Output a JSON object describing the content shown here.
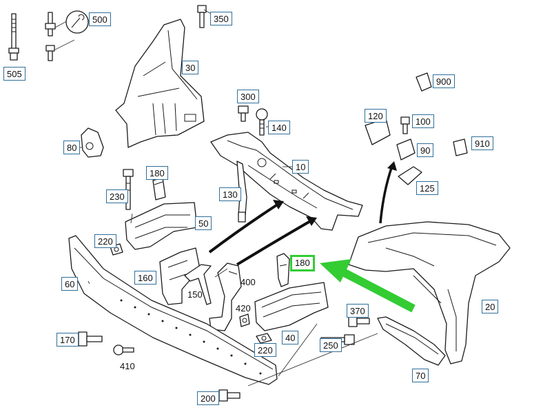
{
  "diagram": {
    "highlight_color": "#33cc33",
    "box_border_color": "#2f6f9a",
    "callouts": [
      {
        "id": "505",
        "label": "505"
      },
      {
        "id": "500",
        "label": "500"
      },
      {
        "id": "350",
        "label": "350"
      },
      {
        "id": "30",
        "label": "30"
      },
      {
        "id": "300",
        "label": "300"
      },
      {
        "id": "140",
        "label": "140"
      },
      {
        "id": "900",
        "label": "900"
      },
      {
        "id": "120",
        "label": "120"
      },
      {
        "id": "100",
        "label": "100"
      },
      {
        "id": "910",
        "label": "910"
      },
      {
        "id": "90",
        "label": "90"
      },
      {
        "id": "125",
        "label": "125"
      },
      {
        "id": "80",
        "label": "80"
      },
      {
        "id": "180a",
        "label": "180"
      },
      {
        "id": "10",
        "label": "10"
      },
      {
        "id": "230",
        "label": "230"
      },
      {
        "id": "130",
        "label": "130"
      },
      {
        "id": "50",
        "label": "50"
      },
      {
        "id": "220a",
        "label": "220"
      },
      {
        "id": "180b",
        "label": "180",
        "highlighted": true
      },
      {
        "id": "160",
        "label": "160"
      },
      {
        "id": "60",
        "label": "60"
      },
      {
        "id": "370",
        "label": "370"
      },
      {
        "id": "20",
        "label": "20"
      },
      {
        "id": "40",
        "label": "40"
      },
      {
        "id": "170",
        "label": "170"
      },
      {
        "id": "250",
        "label": "250"
      },
      {
        "id": "220b",
        "label": "220"
      },
      {
        "id": "70",
        "label": "70"
      },
      {
        "id": "200",
        "label": "200"
      }
    ],
    "plain_labels": [
      {
        "id": "150",
        "label": "150"
      },
      {
        "id": "400",
        "label": "400"
      },
      {
        "id": "420",
        "label": "420"
      },
      {
        "id": "410",
        "label": "410"
      }
    ]
  }
}
